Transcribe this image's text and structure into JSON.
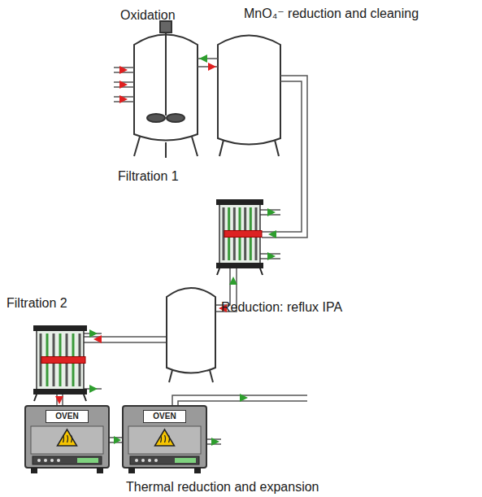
{
  "diagram": {
    "nodes": [
      {
        "text": [
          "OVEN"
        ]
      },
      {
        "text": [
          "OVEN"
        ]
      }
    ],
    "edges": [
      {
        "from": 0,
        "to": 1,
        "arrow": "to"
      }
    ],
    "labels": [
      "Oxidation",
      "MnO₄⁻ reduction and cleaning",
      "Filtration 1",
      "Reduction: reflux IPA",
      "Filtration 2",
      "Thermal reduction and expansion"
    ]
  }
}
